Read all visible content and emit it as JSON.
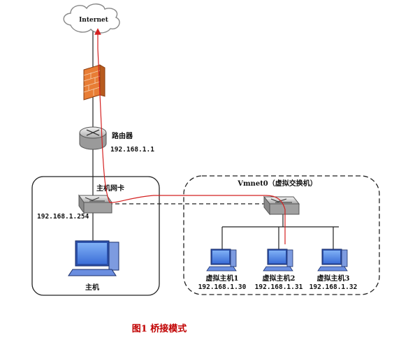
{
  "diagram": {
    "internet": "Internet",
    "router": {
      "name": "路由器",
      "ip": "192.168.1.1"
    },
    "host_nic": {
      "name": "主机网卡",
      "ip": "192.168.1.254"
    },
    "host": {
      "name": "主机"
    },
    "vswitch": {
      "name": "Vmnet0（虚拟交换机）"
    },
    "vms": [
      {
        "name": "虚拟主机1",
        "ip": "192.168.1.30"
      },
      {
        "name": "虚拟主机2",
        "ip": "192.168.1.31"
      },
      {
        "name": "虚拟主机3",
        "ip": "192.168.1.32"
      }
    ],
    "caption": "图1  桥接模式",
    "colors": {
      "cloud_fill": "#ffffff",
      "firewall": "#e87d35",
      "device_grey": "#cfcfcf",
      "monitor_blue": "#5b86e5",
      "traffic_path": "#d42020"
    }
  }
}
